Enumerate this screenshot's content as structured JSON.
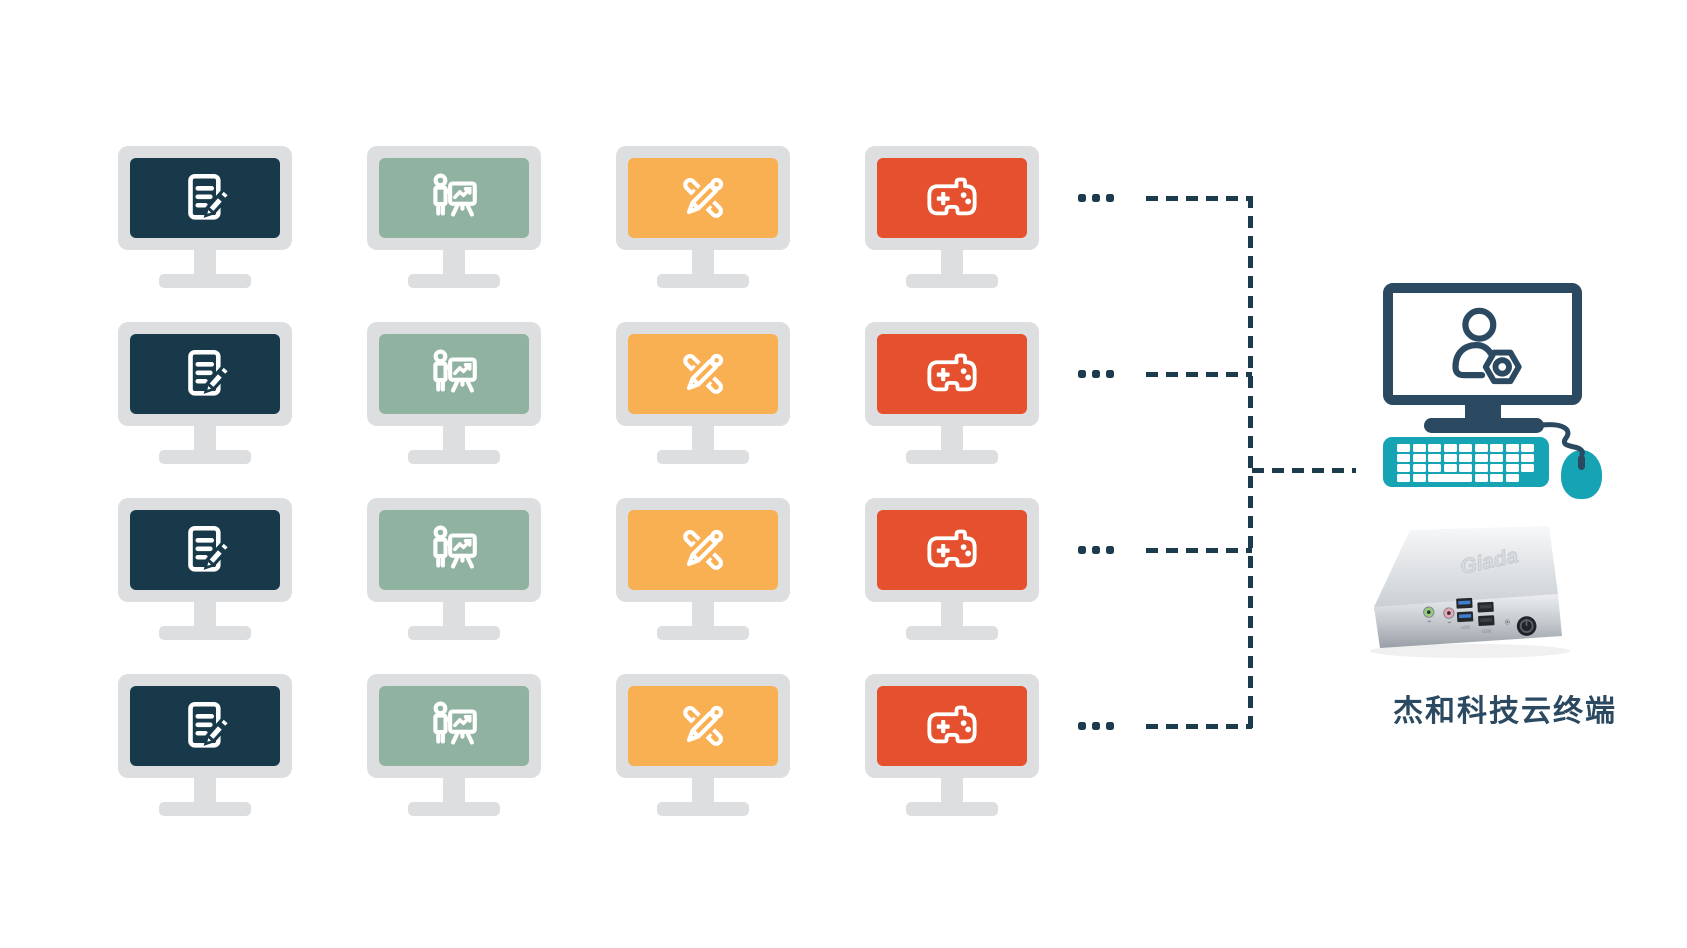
{
  "workstation_grid": {
    "rows": 4,
    "monitor_frame_color": "#dcdee0",
    "icon_color": "#ffffff",
    "columns": [
      {
        "id": "document",
        "icon": "document-edit-icon",
        "screen_color": "#17394a"
      },
      {
        "id": "presentation",
        "icon": "presentation-chart-icon",
        "screen_color": "#8fb3a0"
      },
      {
        "id": "design",
        "icon": "ruler-pencil-icon",
        "screen_color": "#f9b052"
      },
      {
        "id": "gaming",
        "icon": "gamepad-icon",
        "screen_color": "#e5512f"
      }
    ]
  },
  "connectors": {
    "ellipsis": "···",
    "style": "dashed",
    "color": "#1c3b4c",
    "row_count": 4
  },
  "admin_station": {
    "monitor_icon": "user-gear-icon",
    "monitor_color": "#2b4a61",
    "keyboard_color": "#16a3b3",
    "mouse_color": "#16a3b3",
    "device": {
      "logo": "Giada",
      "usb_label": "USB",
      "body_color": "#d6d9dc"
    },
    "caption": "杰和科技云终端",
    "caption_color": "#2b4a61"
  }
}
